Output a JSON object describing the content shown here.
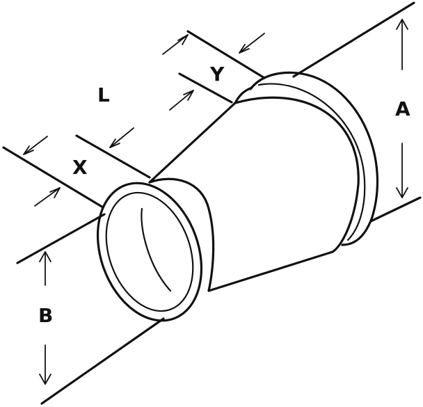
{
  "labels": {
    "length": "L",
    "inlet_insertion": "X",
    "outlet_insertion": "Y",
    "large_diameter": "A",
    "small_diameter": "B"
  }
}
